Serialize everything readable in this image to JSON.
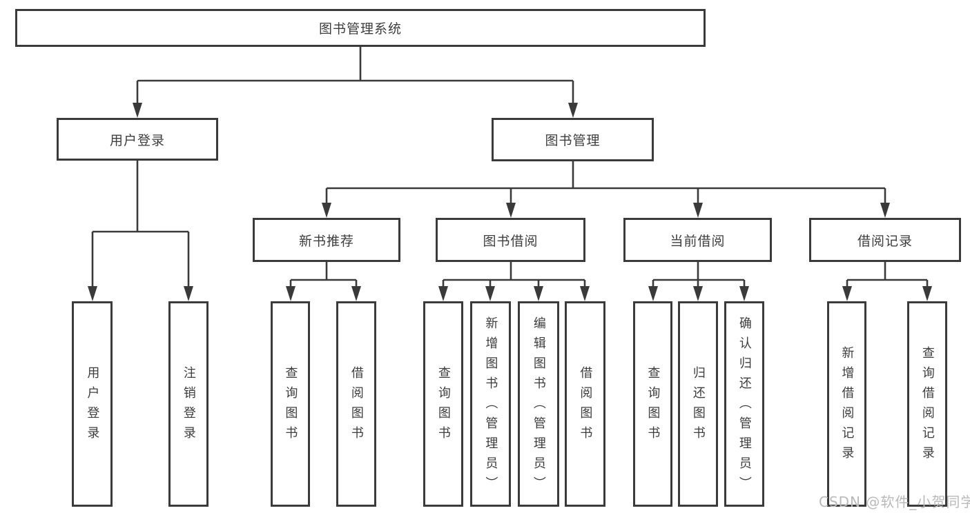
{
  "watermark": "CSDN @软件_小贺同学",
  "colors": {
    "line": "#3a3a3a",
    "box_border": "#3a3a3a",
    "text": "#3d3d3d",
    "watermark": "#b9b9b9",
    "background": "#ffffff"
  },
  "tree": {
    "root": {
      "label": "图书管理系统"
    },
    "user_login": {
      "label": "用户登录",
      "children": [
        {
          "label": "用户登录"
        },
        {
          "label": "注销登录"
        }
      ]
    },
    "book_management": {
      "label": "图书管理",
      "children": [
        {
          "label": "新书推荐",
          "children": [
            {
              "label": "查询图书"
            },
            {
              "label": "借阅图书"
            }
          ]
        },
        {
          "label": "图书借阅",
          "children": [
            {
              "label": "查询图书"
            },
            {
              "label": "新增图书（管理员）"
            },
            {
              "label": "编辑图书（管理员）"
            },
            {
              "label": "借阅图书"
            }
          ]
        },
        {
          "label": "当前借阅",
          "children": [
            {
              "label": "查询图书"
            },
            {
              "label": "归还图书"
            },
            {
              "label": "确认归还（管理员）"
            }
          ]
        },
        {
          "label": "借阅记录",
          "children": [
            {
              "label": "新增借阅记录"
            },
            {
              "label": "查询借阅记录"
            }
          ]
        }
      ]
    }
  }
}
